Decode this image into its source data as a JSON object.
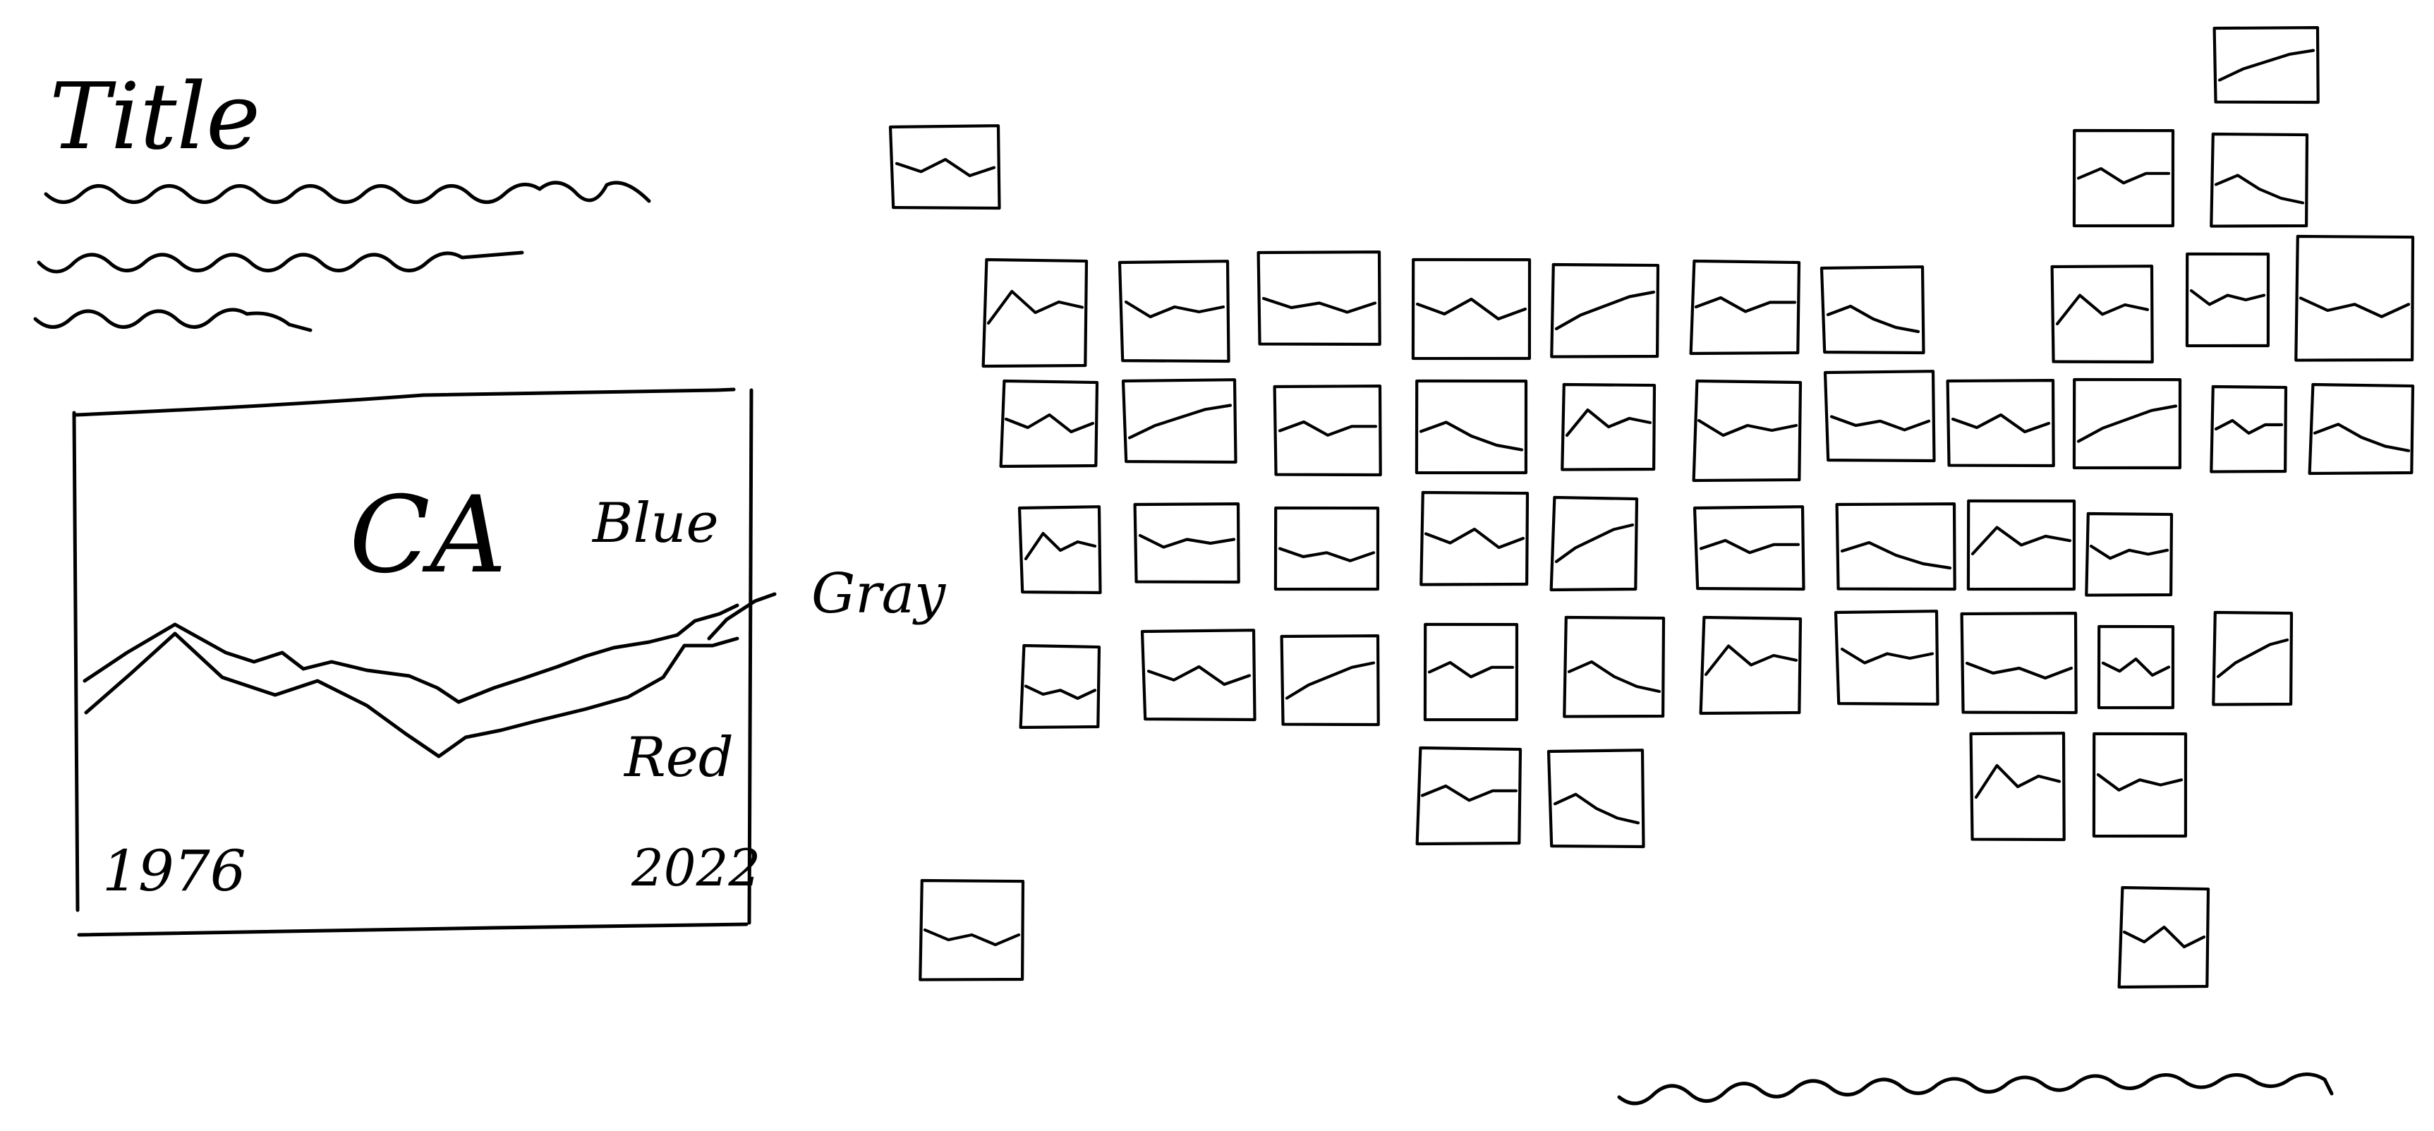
{
  "title": "Title",
  "detail": {
    "state": "CA",
    "series": {
      "blue": "Blue",
      "red": "Red",
      "gray": "Gray"
    },
    "start_label": "1976",
    "end_label": "2022"
  },
  "colors": {
    "ink": "#000000",
    "paper": "#ffffff"
  }
}
